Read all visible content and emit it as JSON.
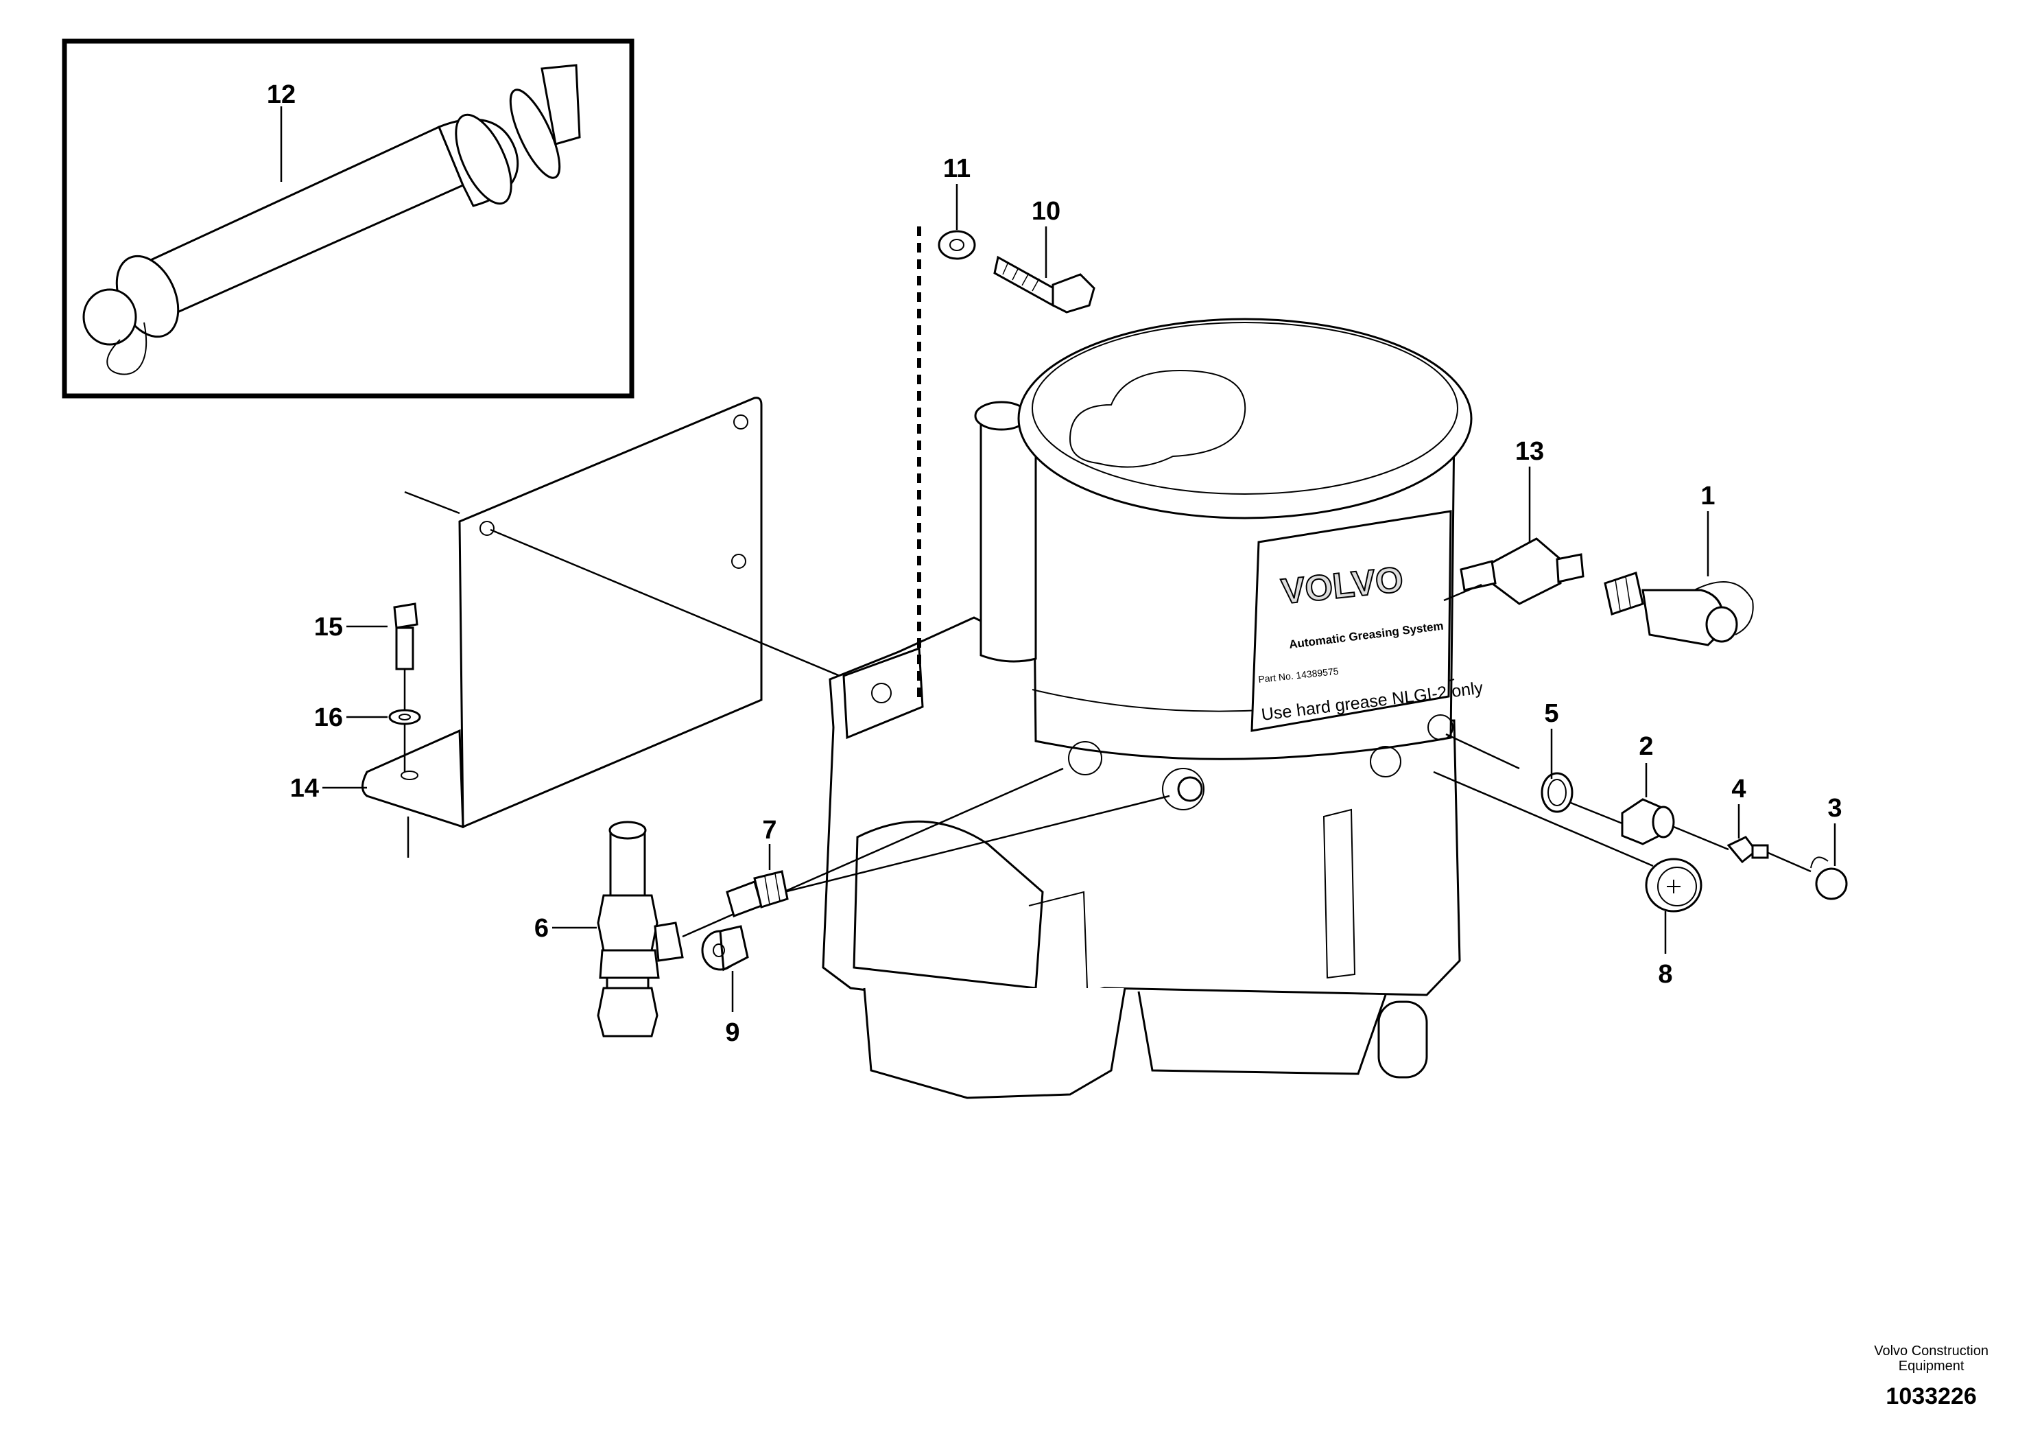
{
  "diagram": {
    "callouts": [
      "1",
      "2",
      "3",
      "4",
      "5",
      "6",
      "7",
      "8",
      "9",
      "10",
      "11",
      "12",
      "13",
      "14",
      "15",
      "16"
    ],
    "label_text": {
      "brand": "VOLVO",
      "system": "Automatic Greasing System",
      "part_no": "Part No. 14389575",
      "grease": "Use hard grease NLGI-2 only"
    }
  },
  "footer": {
    "company_line1": "Volvo Construction",
    "company_line2": "Equipment",
    "figure_number": "1033226"
  }
}
